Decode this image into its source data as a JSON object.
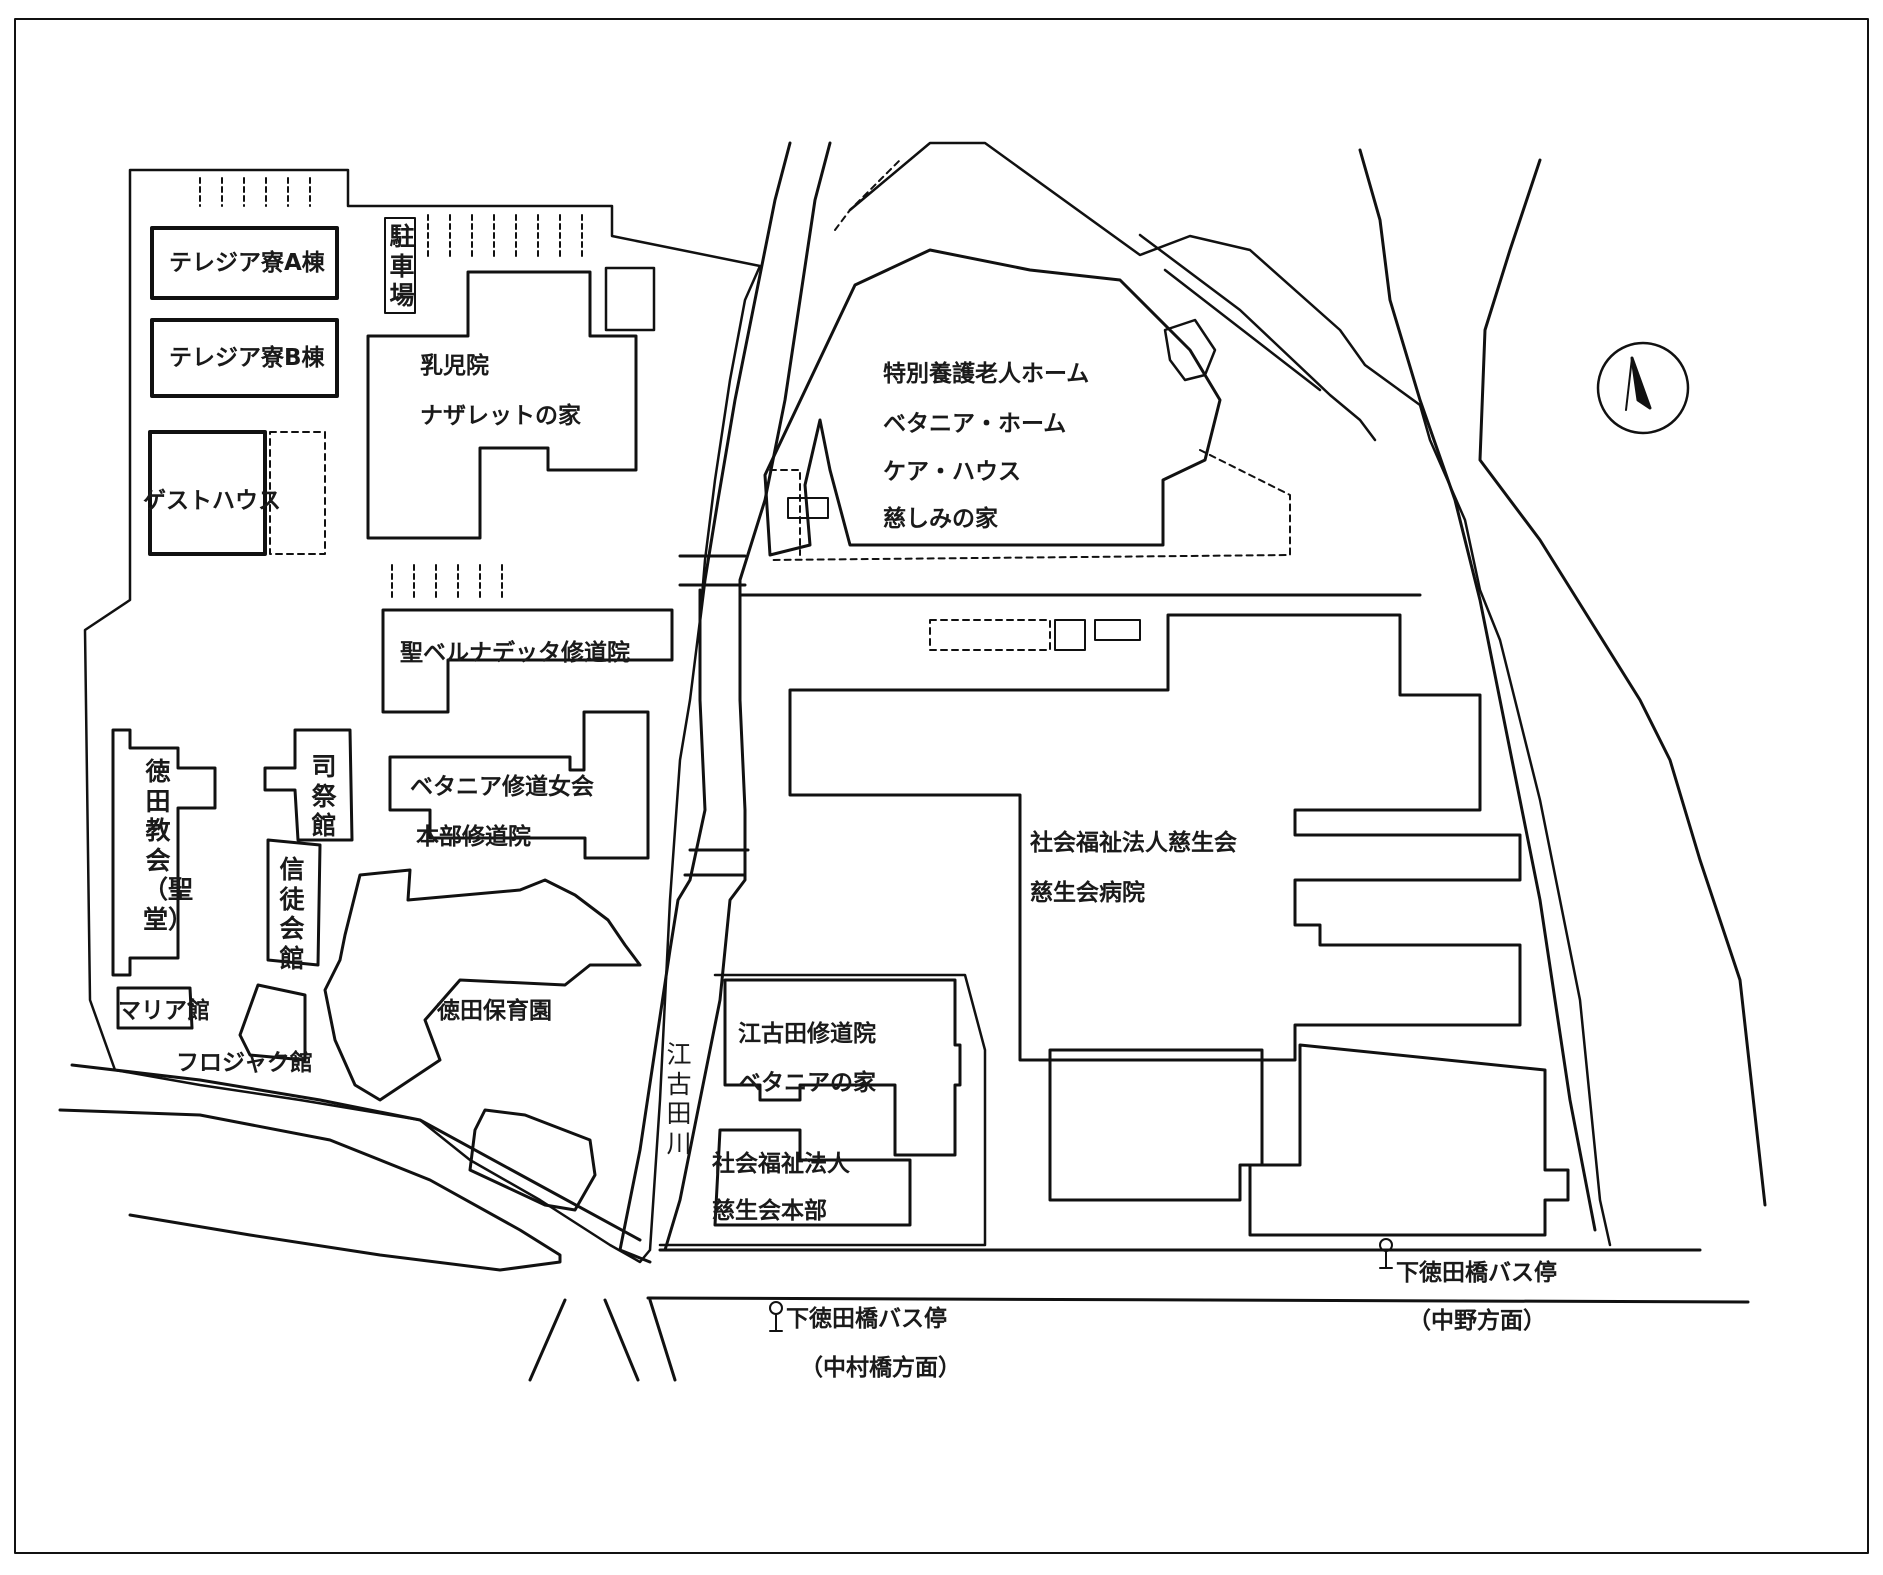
{
  "buildings": {
    "theresia_a": "テレジア寮A棟",
    "theresia_b": "テレジア寮B棟",
    "guesthouse": "ゲストハウス",
    "parking": "駐車場",
    "nyujiin": "乳児院",
    "nazareth": "ナザレットの家",
    "bernadette": "聖ベルナデッタ修道院",
    "bethania_sisters": "ベタニア修道女会",
    "honbu_convent": "本部修道院",
    "church": "徳田教会（聖堂）",
    "shisaikan": "司祭館",
    "shintokaikan": "信徒会館",
    "mariakan": "マリア館",
    "flojakkan": "フロジャク館",
    "nursery": "徳田保育園",
    "nursing_home": "特別養護老人ホーム",
    "bethania_home": "ベタニア・ホーム",
    "care_house": "ケア・ハウス",
    "itsukushimi": "慈しみの家",
    "corp_name": "社会福祉法人慈生会",
    "hospital": "慈生会病院",
    "egota_convent": "江古田修道院",
    "bethania_house": "ベタニアの家",
    "hq_corp": "社会福祉法人",
    "hq_name": "慈生会本部"
  },
  "river": "江古田川",
  "bus_stops": [
    {
      "name": "下徳田橋バス停",
      "direction": "（中野方面）"
    },
    {
      "name": "下徳田橋バス停",
      "direction": "（中村橋方面）"
    }
  ],
  "compass": {
    "icon": "north-arrow-icon"
  }
}
